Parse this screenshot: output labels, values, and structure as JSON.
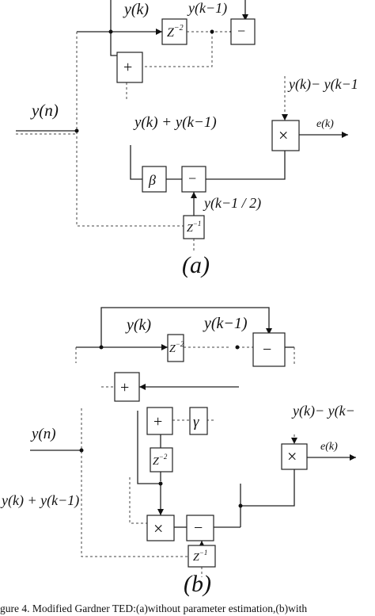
{
  "diagram_a": {
    "sublabel": "(a)",
    "input": "y(n)",
    "yk": "y(k)",
    "yk1": "y(k−1)",
    "sum_expr": "y(k) + y(k−1)",
    "diff_expr": "y(k)− y(k−1",
    "half_delay": "y(k−1 / 2)",
    "output": "e(k)",
    "delay2": "Z",
    "delay2_exp": "−2",
    "delay1": "Z",
    "delay1_exp": "−1",
    "beta": "β",
    "plus": "+",
    "minus": "−",
    "times": "×"
  },
  "diagram_b": {
    "sublabel": "(b)",
    "input": "y(n)",
    "yk": "y(k)",
    "yk1": "y(k−1)",
    "sum_expr": "y(k) + y(k−1)",
    "diff_expr": "y(k)− y(k−",
    "output": "e(k)",
    "delay2": "Z",
    "delay2_exp": "−2",
    "delay1": "Z",
    "delay1_exp": "−1",
    "gamma": "γ",
    "plus": "+",
    "minus": "−",
    "times": "×"
  },
  "caption": "gure 4. Modified Gardner TED:(a)without parameter estimation,(b)with"
}
